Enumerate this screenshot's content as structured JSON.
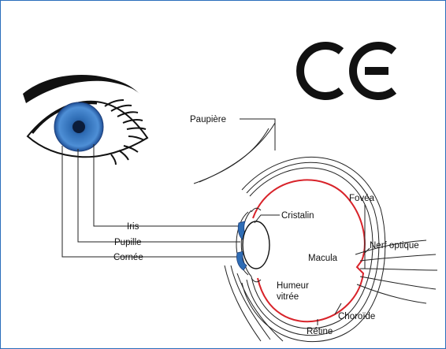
{
  "mark": {
    "text": "CE",
    "color": "#111111"
  },
  "colors": {
    "frame": "#2a6ebb",
    "retina": "#d8232a",
    "iris": "#2f6db5",
    "pupil": "#0b1c3a"
  },
  "labels": {
    "paupiere": "Paupière",
    "iris": "Iris",
    "pupille": "Pupille",
    "cornee": "Cornée",
    "cristalin": "Cristalin",
    "fovea": "Fovéa",
    "nerf_optique": "Nerf optique",
    "macula": "Macula",
    "humeur_line1": "Humeur",
    "humeur_line2": "vitrée",
    "choroide": "Choroïde",
    "retine": "Rétine"
  }
}
